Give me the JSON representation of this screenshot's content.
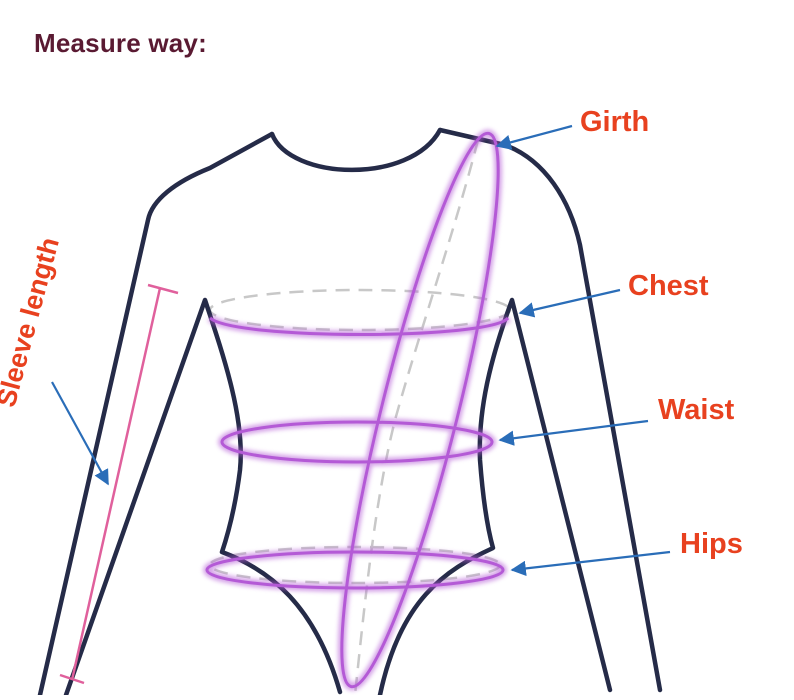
{
  "title": "Measure way:",
  "labels": {
    "girth": "Girth",
    "chest": "Chest",
    "waist": "Waist",
    "hips": "Hips",
    "sleeve_length": "Sleeve length"
  },
  "colors": {
    "title": "#5a1a32",
    "label": "#e8411f",
    "outline": "#252b48",
    "measure_band": "#b45ad6",
    "guide_dash": "#c8c8c8",
    "arrow": "#2a6db8",
    "sleeve_line": "#e0609c"
  }
}
